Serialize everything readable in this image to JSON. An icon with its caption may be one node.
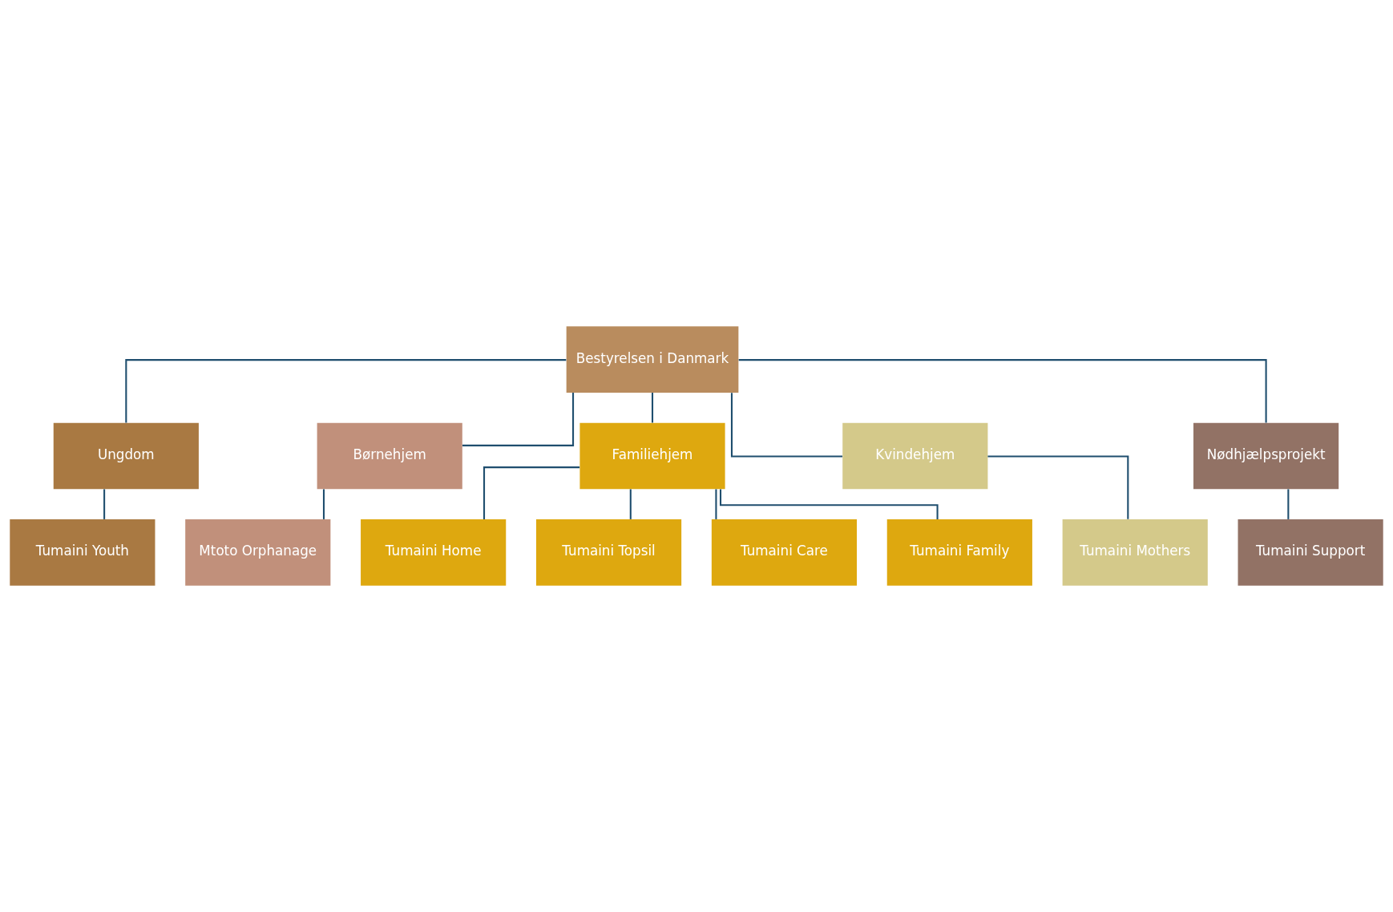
{
  "diagram": {
    "nodes": [
      {
        "text": [
          "Bestyrelsen i Danmark"
        ]
      },
      {
        "text": [
          "Ungdom"
        ]
      },
      {
        "text": [
          "Børnehjem"
        ]
      },
      {
        "text": [
          "Familiehjem"
        ]
      },
      {
        "text": [
          "Kvindehjem"
        ]
      },
      {
        "text": [
          "Nødhjælpsprojekt"
        ]
      },
      {
        "text": [
          "Tumaini Youth"
        ]
      },
      {
        "text": [
          "Mtoto Orphanage"
        ]
      },
      {
        "text": [
          "Tumaini Home"
        ]
      },
      {
        "text": [
          "Tumaini Topsil"
        ]
      },
      {
        "text": [
          "Tumaini Care"
        ]
      },
      {
        "text": [
          "Tumaini Family"
        ]
      },
      {
        "text": [
          "Tumaini Mothers"
        ]
      },
      {
        "text": [
          "Tumaini Support"
        ]
      }
    ],
    "edges": [
      {
        "from": 0,
        "to": 1,
        "arrow": "none"
      },
      {
        "from": 0,
        "to": 2,
        "arrow": "none"
      },
      {
        "from": 0,
        "to": 3,
        "arrow": "none"
      },
      {
        "from": 0,
        "to": 4,
        "arrow": "none"
      },
      {
        "from": 0,
        "to": 5,
        "arrow": "none"
      },
      {
        "from": 1,
        "to": 6,
        "arrow": "none"
      },
      {
        "from": 2,
        "to": 7,
        "arrow": "none"
      },
      {
        "from": 3,
        "to": 8,
        "arrow": "none"
      },
      {
        "from": 3,
        "to": 9,
        "arrow": "none"
      },
      {
        "from": 3,
        "to": 10,
        "arrow": "none"
      },
      {
        "from": 3,
        "to": 11,
        "arrow": "none"
      },
      {
        "from": 4,
        "to": 12,
        "arrow": "none"
      },
      {
        "from": 5,
        "to": 13,
        "arrow": "none"
      }
    ]
  }
}
